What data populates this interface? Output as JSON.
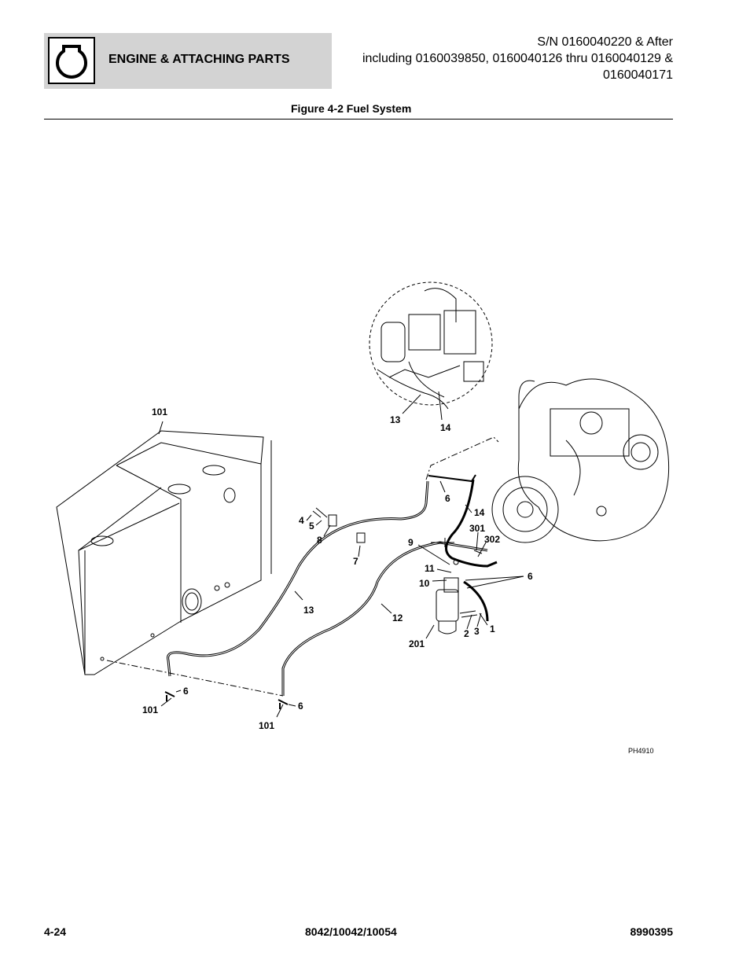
{
  "header": {
    "section_title": "ENGINE & ATTACHING PARTS",
    "serial_lines": [
      "S/N 0160040220 & After",
      "including 0160039850, 0160040126 thru 0160040129 &",
      "0160040171"
    ],
    "figure_title": "Figure 4-2 Fuel System"
  },
  "callouts": {
    "c101_top": "101",
    "c13_inset": "13",
    "c14_inset": "14",
    "c6_upper": "6",
    "c14_line": "14",
    "c4": "4",
    "c5": "5",
    "c8": "8",
    "c7": "7",
    "c301": "301",
    "c302": "302",
    "c9": "9",
    "c11": "11",
    "c10": "10",
    "c6_filter": "6",
    "c13_line": "13",
    "c12": "12",
    "c2": "2",
    "c3": "3",
    "c1": "1",
    "c201": "201",
    "c6_left": "6",
    "c101_left": "101",
    "c6_right": "6",
    "c101_bottom": "101"
  },
  "image_code": "PH4910",
  "footer": {
    "page": "4-24",
    "models": "8042/10042/10054",
    "manual_number": "8990395"
  }
}
